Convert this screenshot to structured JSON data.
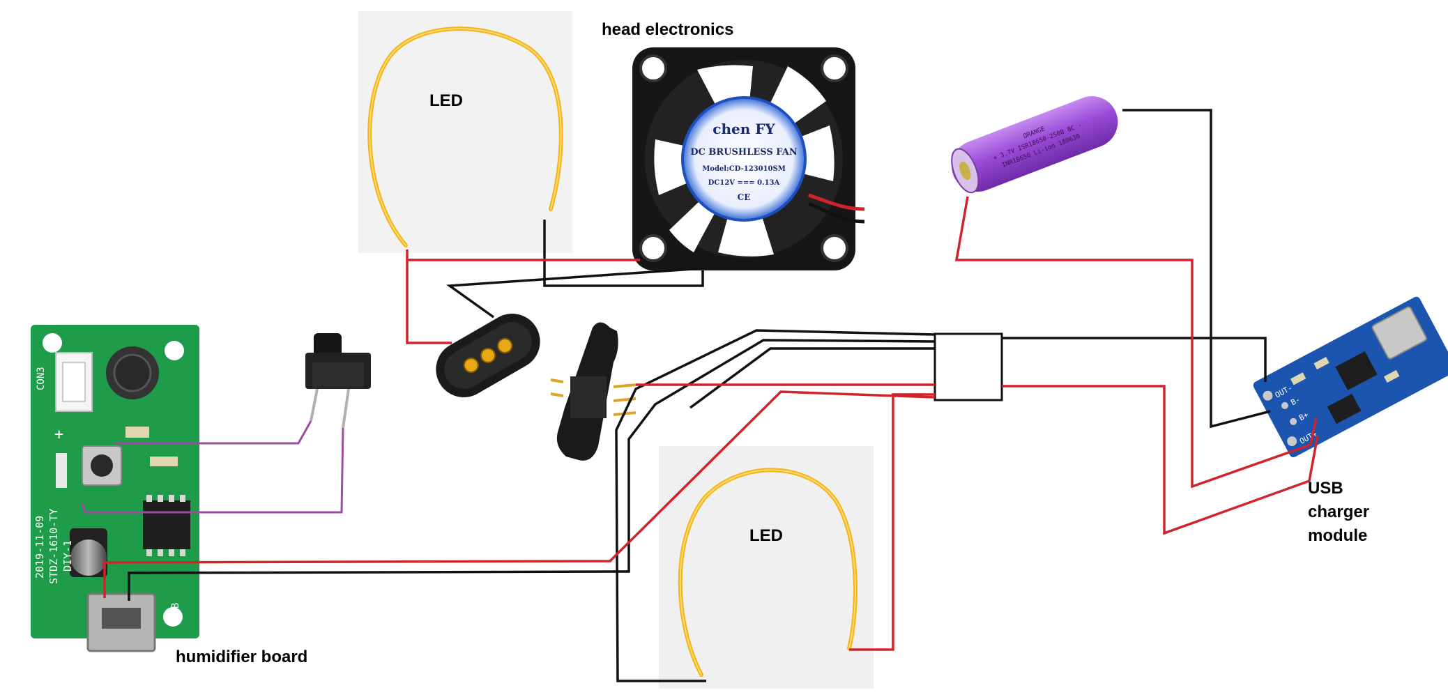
{
  "labels": {
    "head_electronics": "head electronics",
    "led_top": "LED",
    "led_bottom": "LED",
    "humidifier_board": "humidifier board",
    "usb_charger_line1": "USB",
    "usb_charger_line2": "charger",
    "usb_charger_line3": "module"
  },
  "fan_text": {
    "brand": "chen FY",
    "title": "DC BRUSHLESS FAN",
    "model": "Model:CD-123010SM",
    "rating": "DC12V === 0.13A",
    "cert": "CE"
  },
  "battery_text": {
    "line1": "ORANGE",
    "line2": "+ 3.7V ISR18650-2500 8C -",
    "line3": "INR18650 Li-ion 180630"
  },
  "humidifier_silk": {
    "conn": "CON3",
    "date": "2019-11-09",
    "model": "STDZ-1610-TY",
    "diy": "DIY-1",
    "usb": "USB"
  },
  "charger_silk": {
    "out_minus": "OUT-",
    "out_plus": "OUT+",
    "b_minus": "B-",
    "b_plus": "B+"
  },
  "colors": {
    "wire_red": "#d0232a",
    "wire_black": "#111111",
    "wire_purple": "#9a4e9e",
    "led_filament": "#f2b51c",
    "pcb_green": "#1f9c4a",
    "pcb_blue": "#1b55b0",
    "battery_purple": "#9b4bd8"
  }
}
